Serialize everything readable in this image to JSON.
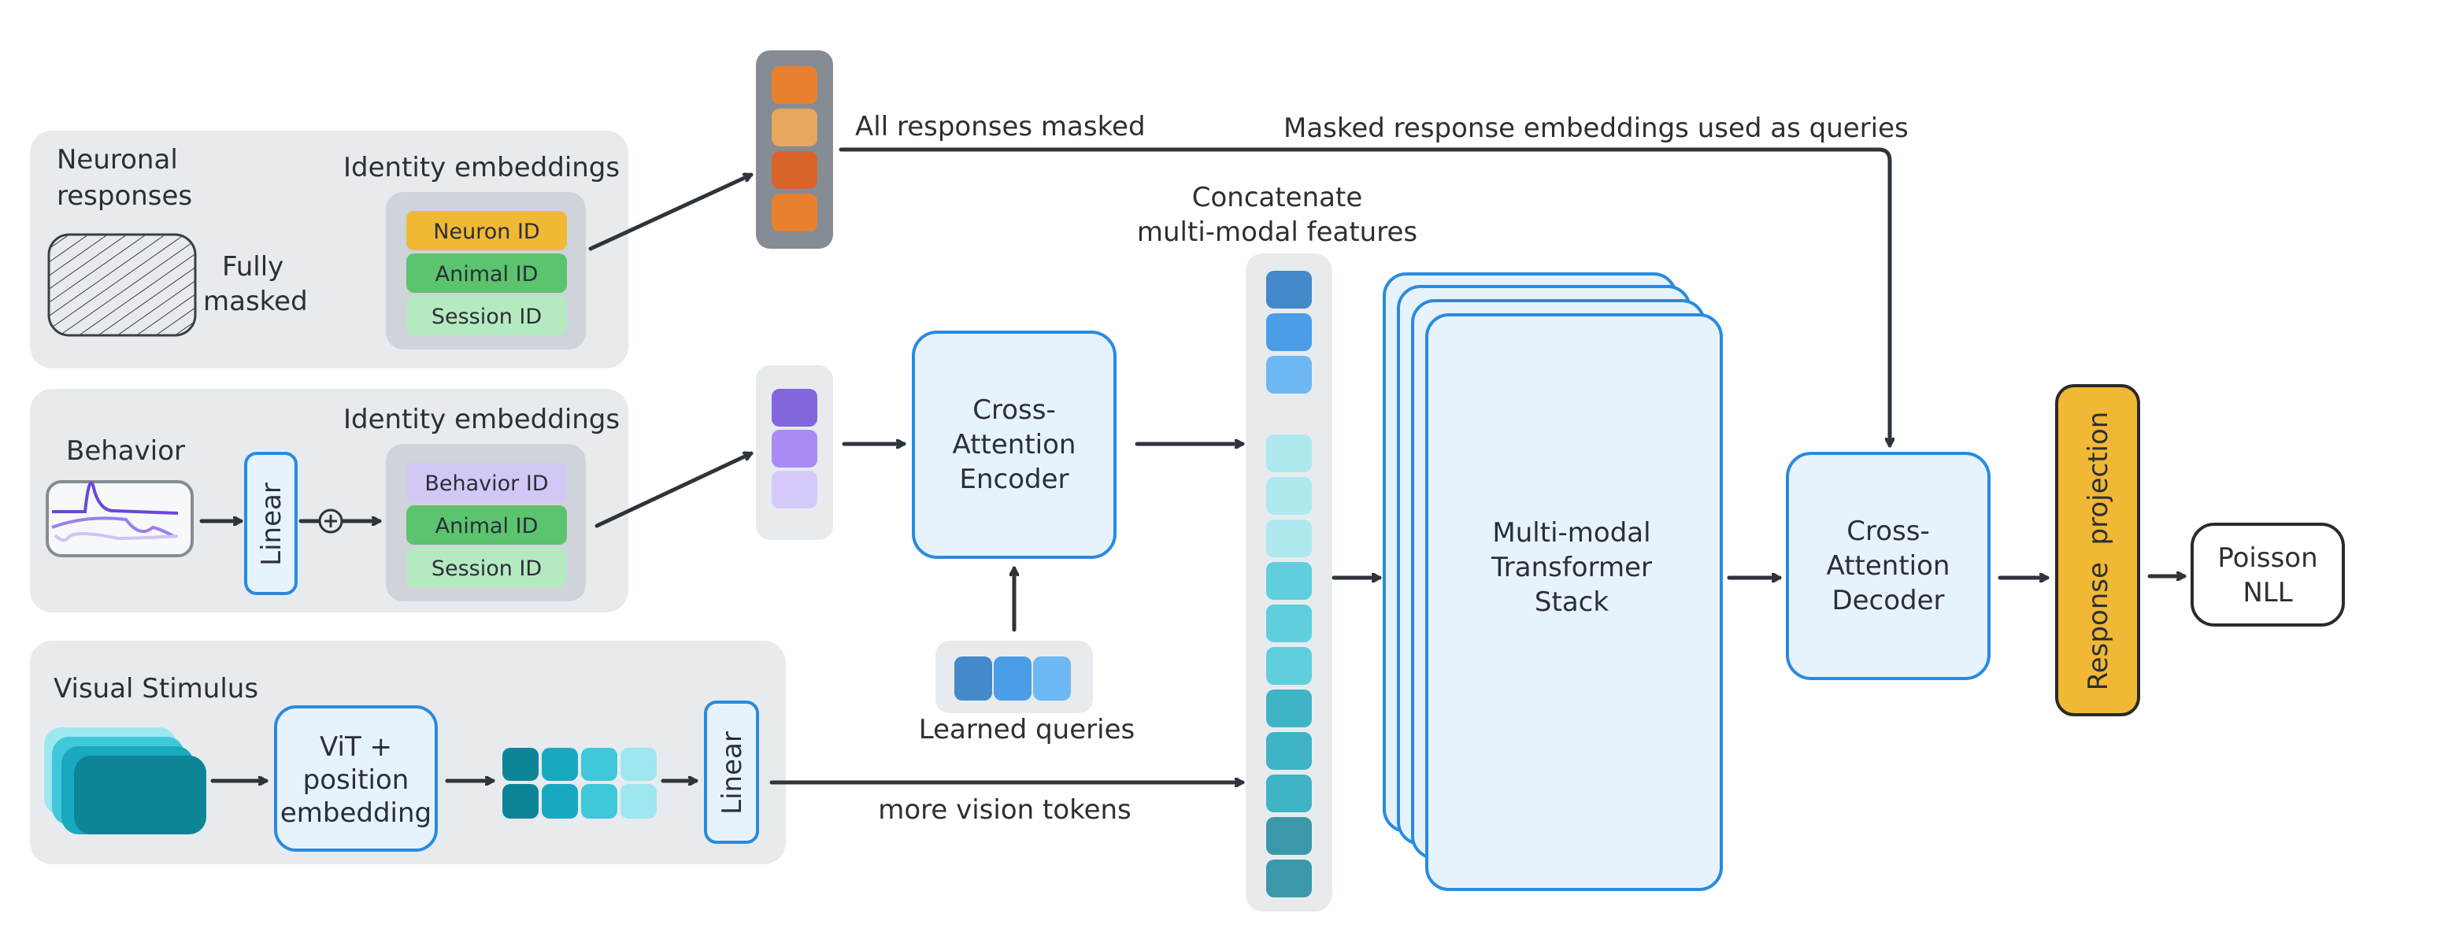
{
  "panels": {
    "neuronal": {
      "title_line1": "Neuronal",
      "title_line2": "responses",
      "mask_label_line1": "Fully",
      "mask_label_line2": "masked",
      "identity_title": "Identity embeddings",
      "ids": [
        "Neuron ID",
        "Animal ID",
        "Session ID"
      ]
    },
    "behavior": {
      "title": "Behavior",
      "linear_label": "Linear",
      "identity_title": "Identity embeddings",
      "ids": [
        "Behavior ID",
        "Animal ID",
        "Session ID"
      ]
    },
    "visual": {
      "title": "Visual Stimulus",
      "vit_line1": "ViT +",
      "vit_line2": "position",
      "vit_line3": "embedding",
      "linear_label": "Linear"
    }
  },
  "labels": {
    "all_masked": "All responses masked",
    "masked_queries": "Masked response embeddings used as queries",
    "concat_line1": "Concatenate",
    "concat_line2": "multi-modal features",
    "learned_queries": "Learned queries",
    "more_vision": "more vision tokens"
  },
  "blocks": {
    "encoder": [
      "Cross-",
      "Attention",
      "Encoder"
    ],
    "transformer": [
      "Multi-modal",
      "Transformer",
      "Stack"
    ],
    "decoder": [
      "Cross-",
      "Attention",
      "Decoder"
    ],
    "projection": "Response  projection",
    "loss": [
      "Poisson",
      "NLL"
    ]
  },
  "colors": {
    "response_tokens": [
      "#e8812f",
      "#e8a65e",
      "#d9642a",
      "#e8812f"
    ],
    "behavior_tokens": [
      "#8266db",
      "#a88cf5",
      "#d6cafa"
    ],
    "query_tokens": [
      "#4489c9",
      "#4a9de6",
      "#6db7f3"
    ],
    "vit_tokens": [
      "#0e8597",
      "#18a9c0",
      "#3fc7da",
      "#9ee7f0"
    ],
    "concat_tokens": [
      "#4489c9",
      "#4a9de6",
      "#6db7f3",
      "#aee9f0",
      "#aee9f0",
      "#aee9f0",
      "#5fcfde",
      "#5fcfde",
      "#5fcfde",
      "#3fb4c7",
      "#3fb4c7",
      "#3fb4c7",
      "#3a98aa",
      "#3a98aa"
    ],
    "neuron_id": "#f0b834",
    "animal_id": "#5cc36f",
    "session_id": "#b5eac0",
    "behavior_id": "#d3c7f6",
    "projection": "#f0b834"
  }
}
